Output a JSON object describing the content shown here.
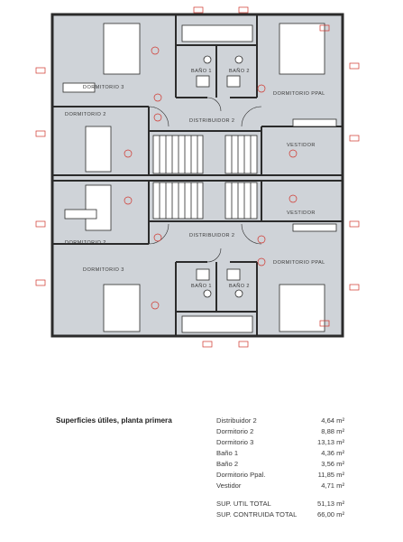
{
  "plan": {
    "rooms_upper": {
      "dormitorio_3": "DORMITORIO 3",
      "dormitorio_2": "DORMITORIO 2",
      "bano_1": "BAÑO 1",
      "bano_2": "BAÑO 2",
      "distribuidor_2": "DISTRIBUIDOR 2",
      "dormitorio_ppal": "DORMITORIO PPAL",
      "vestidor": "VESTIDOR"
    },
    "rooms_lower": {
      "dormitorio_3": "DORMITORIO 3",
      "dormitorio_2": "DORMITORIO 2",
      "bano_1": "BAÑO 1",
      "bano_2": "BAÑO 2",
      "distribuidor_2": "DISTRIBUIDOR 2",
      "dormitorio_ppal": "DORMITORIO PPAL",
      "vestidor": "VESTIDOR"
    },
    "colors": {
      "fill": "#cfd3d8",
      "wall": "#2b2b2b",
      "annotation": "#d0342c"
    }
  },
  "table": {
    "title": "Superficies útiles, planta primera",
    "rows": [
      {
        "label": "Distribuidor 2",
        "value": "4,64 m²"
      },
      {
        "label": "Dormitorio 2",
        "value": "8,88 m²"
      },
      {
        "label": "Dormitorio 3",
        "value": "13,13 m²"
      },
      {
        "label": "Baño 1",
        "value": "4,36 m²"
      },
      {
        "label": "Baño 2",
        "value": "3,56 m²"
      },
      {
        "label": "Dormitorio Ppal.",
        "value": "11,85 m²"
      },
      {
        "label": "Vestidor",
        "value": "4,71 m²"
      }
    ],
    "totals": [
      {
        "label": "SUP. UTIL TOTAL",
        "value": "51,13 m²"
      },
      {
        "label": "SUP. CONTRUIDA TOTAL",
        "value": "66,00 m²"
      }
    ]
  }
}
